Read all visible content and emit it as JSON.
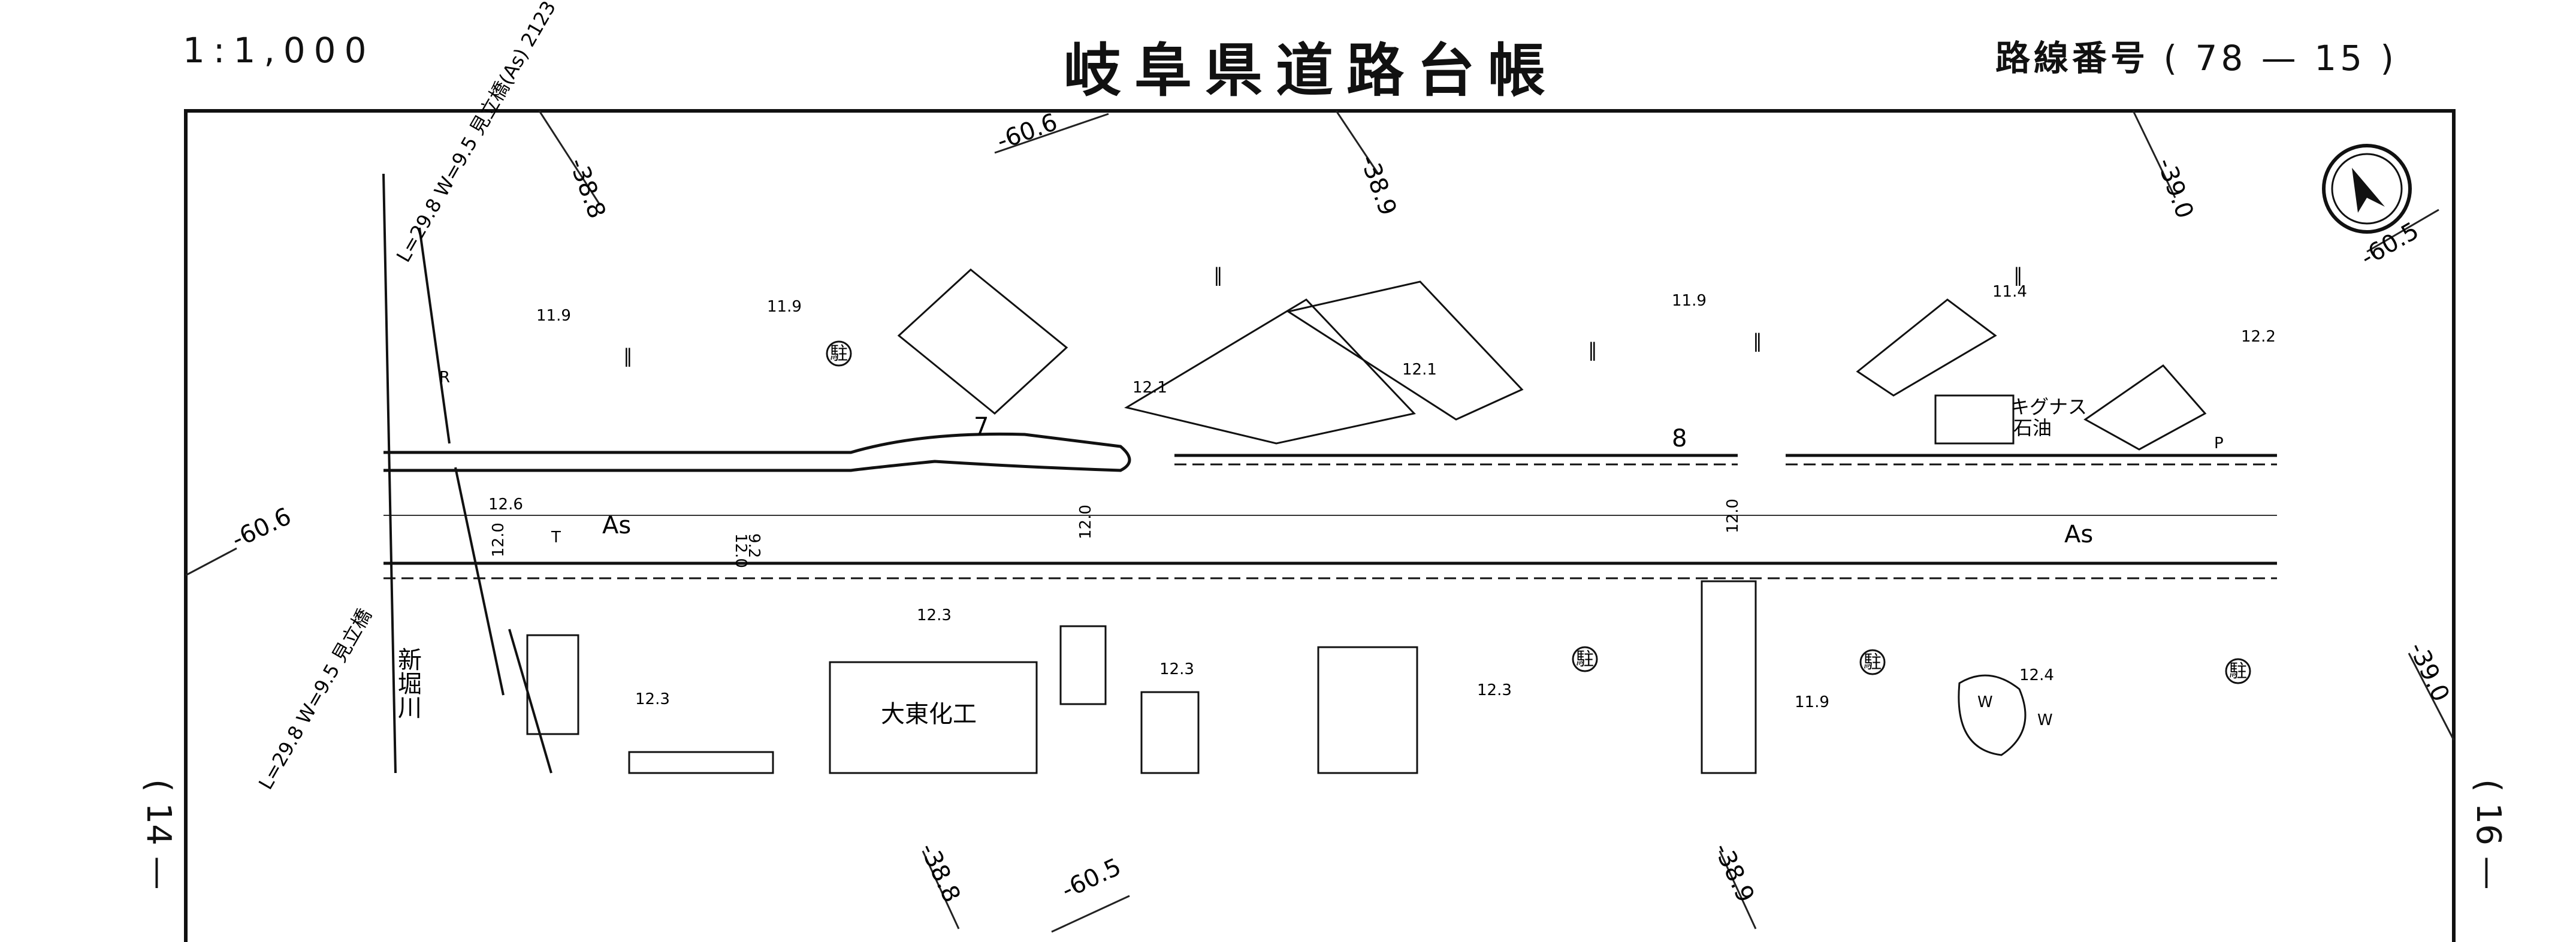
{
  "header": {
    "scale": "1:1,000",
    "title": "岐阜県道路台帳",
    "route_label": "路線番号",
    "route_number": "( 78 — 15 )"
  },
  "page_refs": {
    "left": "( 14 —",
    "right": "( 16 —"
  },
  "coordinates": {
    "top": [
      "-60.6",
      "-38.8",
      "-38.9",
      "-39.0",
      "-60.5"
    ],
    "left": "-60.6",
    "right": "-39.0",
    "bottom": [
      "-38.8",
      "-60.5",
      "-38.9"
    ]
  },
  "bridges": {
    "top": "L=29.8 W=9.5 見立橋(As) 2123",
    "bottom": "L=29.8 W=9.5 見立橋"
  },
  "river": "新堀川",
  "road": {
    "surface_left": "As",
    "surface_right": "As",
    "widths": [
      "12.0",
      "12.0",
      "9.2",
      "12.0",
      "12.0"
    ],
    "section_numbers": [
      "7",
      "8"
    ]
  },
  "elevations": {
    "north": [
      "11.9",
      "11.9",
      "12.1",
      "12.1",
      "11.9",
      "11.4",
      "12.2"
    ],
    "road": [
      "12.6"
    ],
    "south": [
      "12.3",
      "12.3",
      "12.3",
      "12.3",
      "11.9",
      "12.4"
    ]
  },
  "land_marks": [
    "∥",
    "∥",
    "∥",
    "∥",
    "∥"
  ],
  "parking_symbol": "駐",
  "labels": {
    "building_south": "大東化工",
    "gas_station_1": "キグナス",
    "gas_station_2": "石油",
    "well": "W",
    "marker_r": "R",
    "marker_p": "P",
    "marker_t": "T"
  }
}
